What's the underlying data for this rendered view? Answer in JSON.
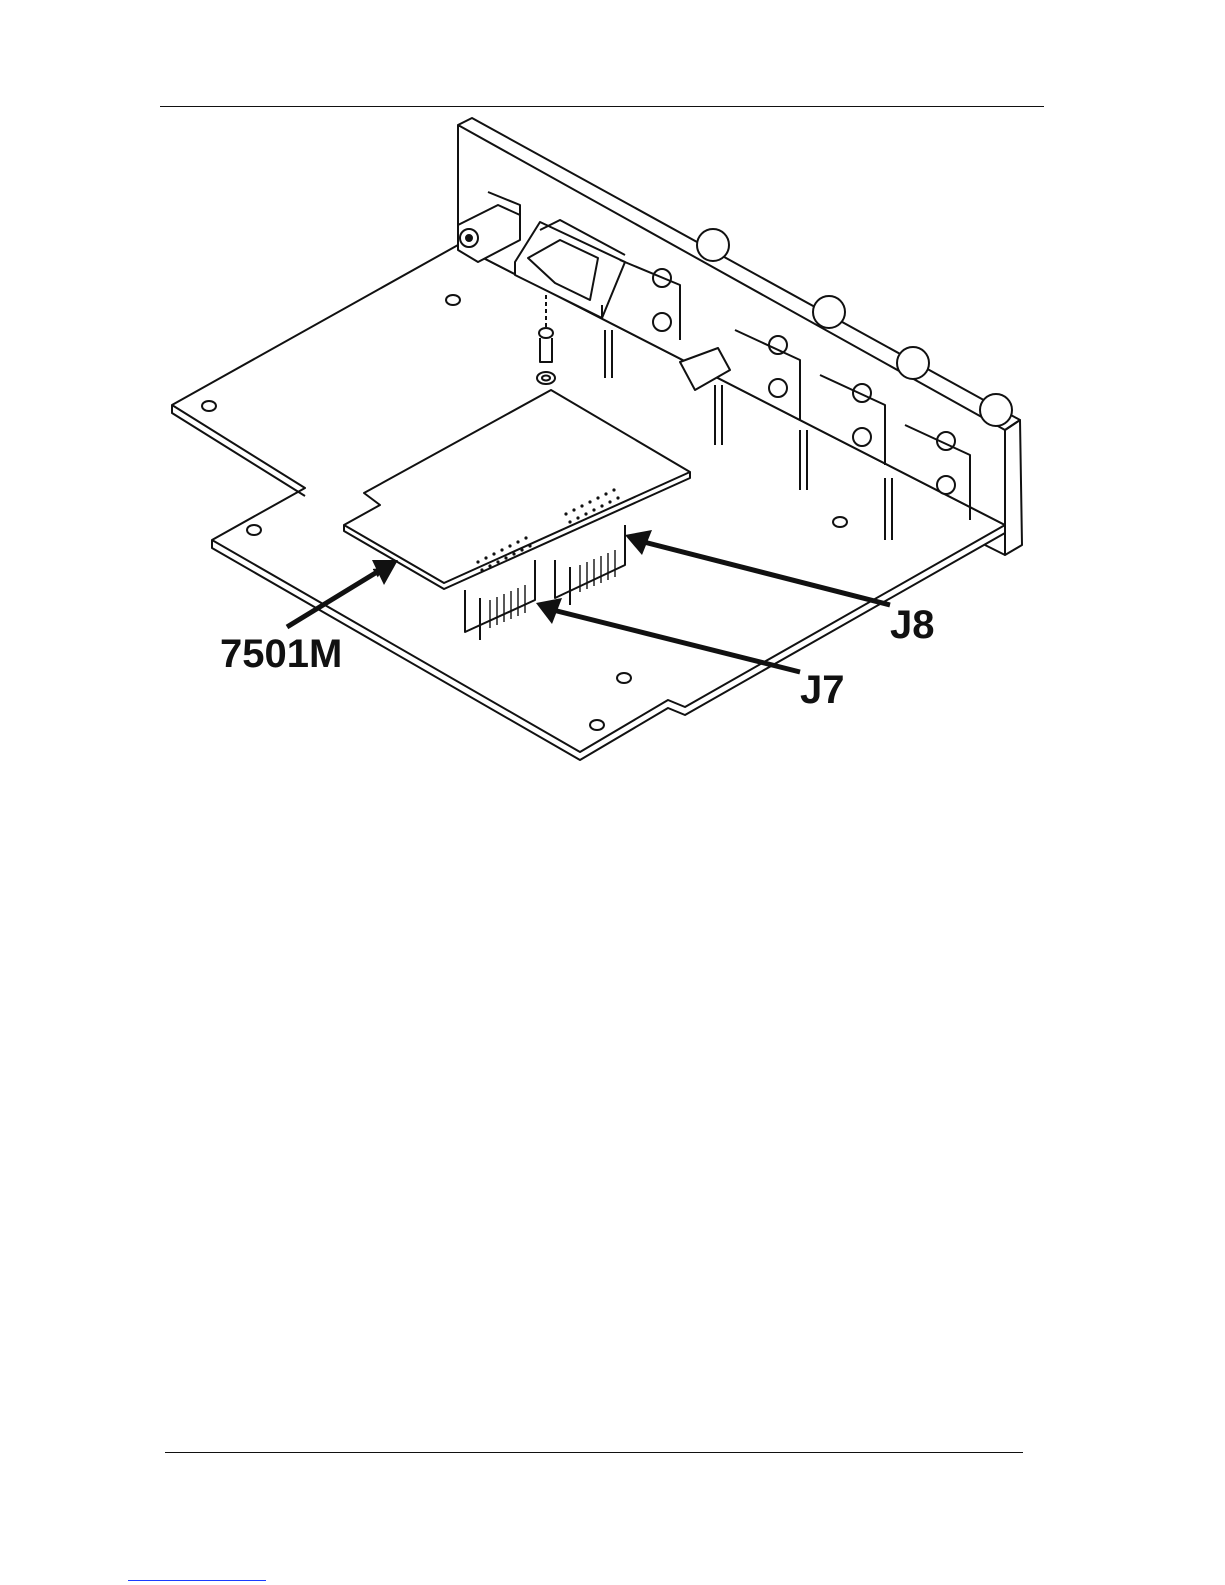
{
  "figure": {
    "callouts": {
      "module": "7501M",
      "j8": "J8",
      "j7": "J7"
    }
  },
  "colors": {
    "ink": "#111111",
    "paper": "#ffffff",
    "link": "#1a3cff"
  }
}
